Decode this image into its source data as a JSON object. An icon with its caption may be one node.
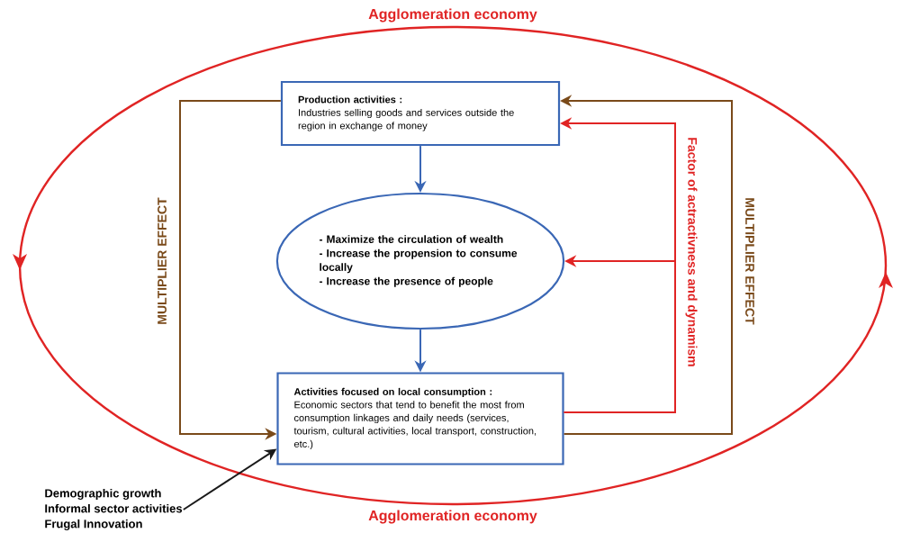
{
  "diagram": {
    "nodes": [
      {
        "text": [
          "Agglomeration economy",
          "Agglomeration economy"
        ]
      },
      {
        "text": [
          "Production activities :",
          "Industries selling goods and services outside the region in exchange of money"
        ],
        "in": 0
      },
      {
        "text": [
          "- Maximize the circulation of wealth",
          "- Increase the propension to consume locally",
          "- Increase the presence of people"
        ],
        "in": 0
      },
      {
        "text": [
          "Activities focused on local consumption :",
          "Economic sectors that tend to benefit the most from consumption linkages and daily needs (services, tourism, cultural activities, local transport, construction, etc.)"
        ],
        "in": 0
      },
      {
        "text": [
          "Demographic growth",
          "Informal sector activities",
          "Frugal Innovation"
        ]
      }
    ],
    "edges": [
      {
        "from": 1,
        "to": 2,
        "arrow": "to",
        "color": "#3a67b5"
      },
      {
        "from": 2,
        "to": 3,
        "arrow": "to",
        "color": "#3a67b5"
      },
      {
        "from": 1,
        "to": 3,
        "arrow": "to",
        "color": "#7a4a1a",
        "label": "MULTIPLIER EFFECT"
      },
      {
        "from": 3,
        "to": 1,
        "arrow": "to",
        "color": "#7a4a1a",
        "label": "MULTIPLIER EFFECT"
      },
      {
        "from": 3,
        "to": 1,
        "arrow": "to",
        "color": "#e02424",
        "label": "Factor of actractivness and dynamism"
      },
      {
        "from": 3,
        "to": 2,
        "arrow": "to",
        "color": "#e02424"
      },
      {
        "from": 4,
        "to": 3,
        "arrow": "to",
        "color": "#1a1a1a"
      }
    ]
  }
}
